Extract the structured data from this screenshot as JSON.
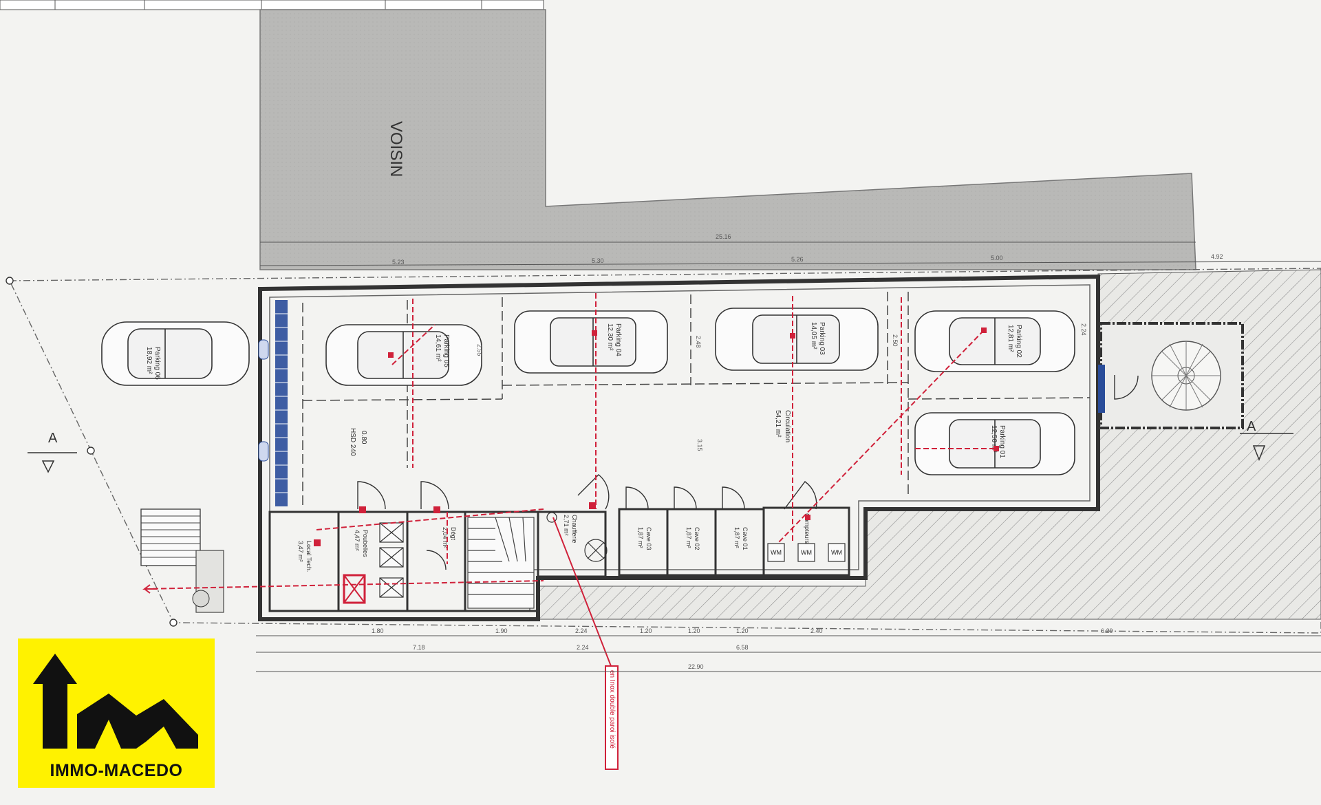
{
  "plan": {
    "neighbor_label": "VOISIN",
    "section_left": "A",
    "section_right": "A",
    "parkings": [
      {
        "name": "Parking 06",
        "area": "18,92 m²"
      },
      {
        "name": "Parking 05",
        "area": "14,61 m²"
      },
      {
        "name": "Parking 04",
        "area": "12,30 m²"
      },
      {
        "name": "Parking 03",
        "area": "14,05 m²"
      },
      {
        "name": "Parking 02",
        "area": "12,81 m²"
      },
      {
        "name": "Parking 01",
        "area": "12,50 m²"
      }
    ],
    "circulation": {
      "name": "Circulation",
      "area": "54,21 m²"
    },
    "rooms": [
      {
        "name": "Local Tech.",
        "area": "3,47 m²"
      },
      {
        "name": "Poubelles",
        "area": "4,47 m²"
      },
      {
        "name": "Dégt",
        "area": "2,04 m²"
      },
      {
        "name": "Chaufferie",
        "area": "2,71 m²"
      },
      {
        "name": "Cave 03",
        "area": "1,87 m²"
      },
      {
        "name": "Cave 02",
        "area": "1,87 m²"
      },
      {
        "name": "Cave 01",
        "area": "1,87 m²"
      },
      {
        "name": "Compteurs",
        "area": ""
      }
    ],
    "hsd_labels": [
      "HSD 240",
      "0.80"
    ],
    "meter_labels": [
      "WM",
      "WM",
      "WM"
    ],
    "callout": "en Inox double paroi isolé",
    "dimensions": {
      "top_overall": "25.16",
      "top_segments": [
        "5.23",
        "5.30",
        "5.26",
        "5.00",
        "4.92"
      ],
      "bottom_segments": [
        "1.80",
        "1.90",
        "2.24",
        "1.20",
        "1.20",
        "1.20",
        "2.40",
        "6.29"
      ],
      "bottom_totals": [
        "7.18",
        "2.24",
        "6.58"
      ],
      "bottom_overall": "22.90",
      "vertical": [
        "2.55",
        "2.48",
        "3.15",
        "2.50",
        "2.24"
      ]
    }
  },
  "logo": {
    "text": "IMMO-MACEDO",
    "background": "#fff200"
  },
  "colors": {
    "paper": "#f3f3f1",
    "line": "#4a4a4a",
    "red": "#d0213a",
    "blue": "#2a4d9a",
    "neighbor": "#b5b5b3"
  }
}
